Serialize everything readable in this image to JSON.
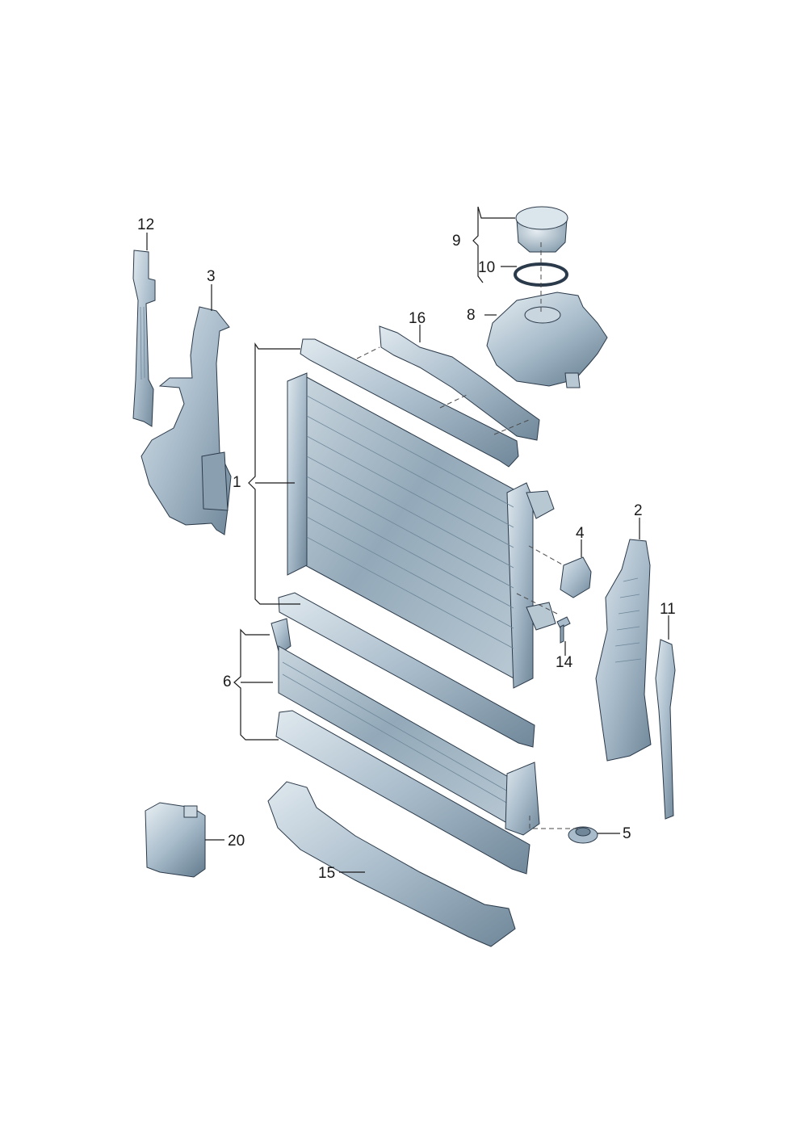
{
  "colors": {
    "part_light": "#cdd9e2",
    "part_mid": "#9fb3c2",
    "part_dark": "#6f8798",
    "outline": "#2b3a4a",
    "label": "#1a1a1a"
  },
  "callouts": [
    {
      "id": "1",
      "text": "1"
    },
    {
      "id": "2",
      "text": "2"
    },
    {
      "id": "3",
      "text": "3"
    },
    {
      "id": "4",
      "text": "4"
    },
    {
      "id": "5",
      "text": "5"
    },
    {
      "id": "6",
      "text": "6"
    },
    {
      "id": "8",
      "text": "8"
    },
    {
      "id": "9",
      "text": "9"
    },
    {
      "id": "10",
      "text": "10"
    },
    {
      "id": "11",
      "text": "11"
    },
    {
      "id": "12",
      "text": "12"
    },
    {
      "id": "14",
      "text": "14"
    },
    {
      "id": "15",
      "text": "15"
    },
    {
      "id": "16",
      "text": "16"
    },
    {
      "id": "20",
      "text": "20"
    }
  ]
}
